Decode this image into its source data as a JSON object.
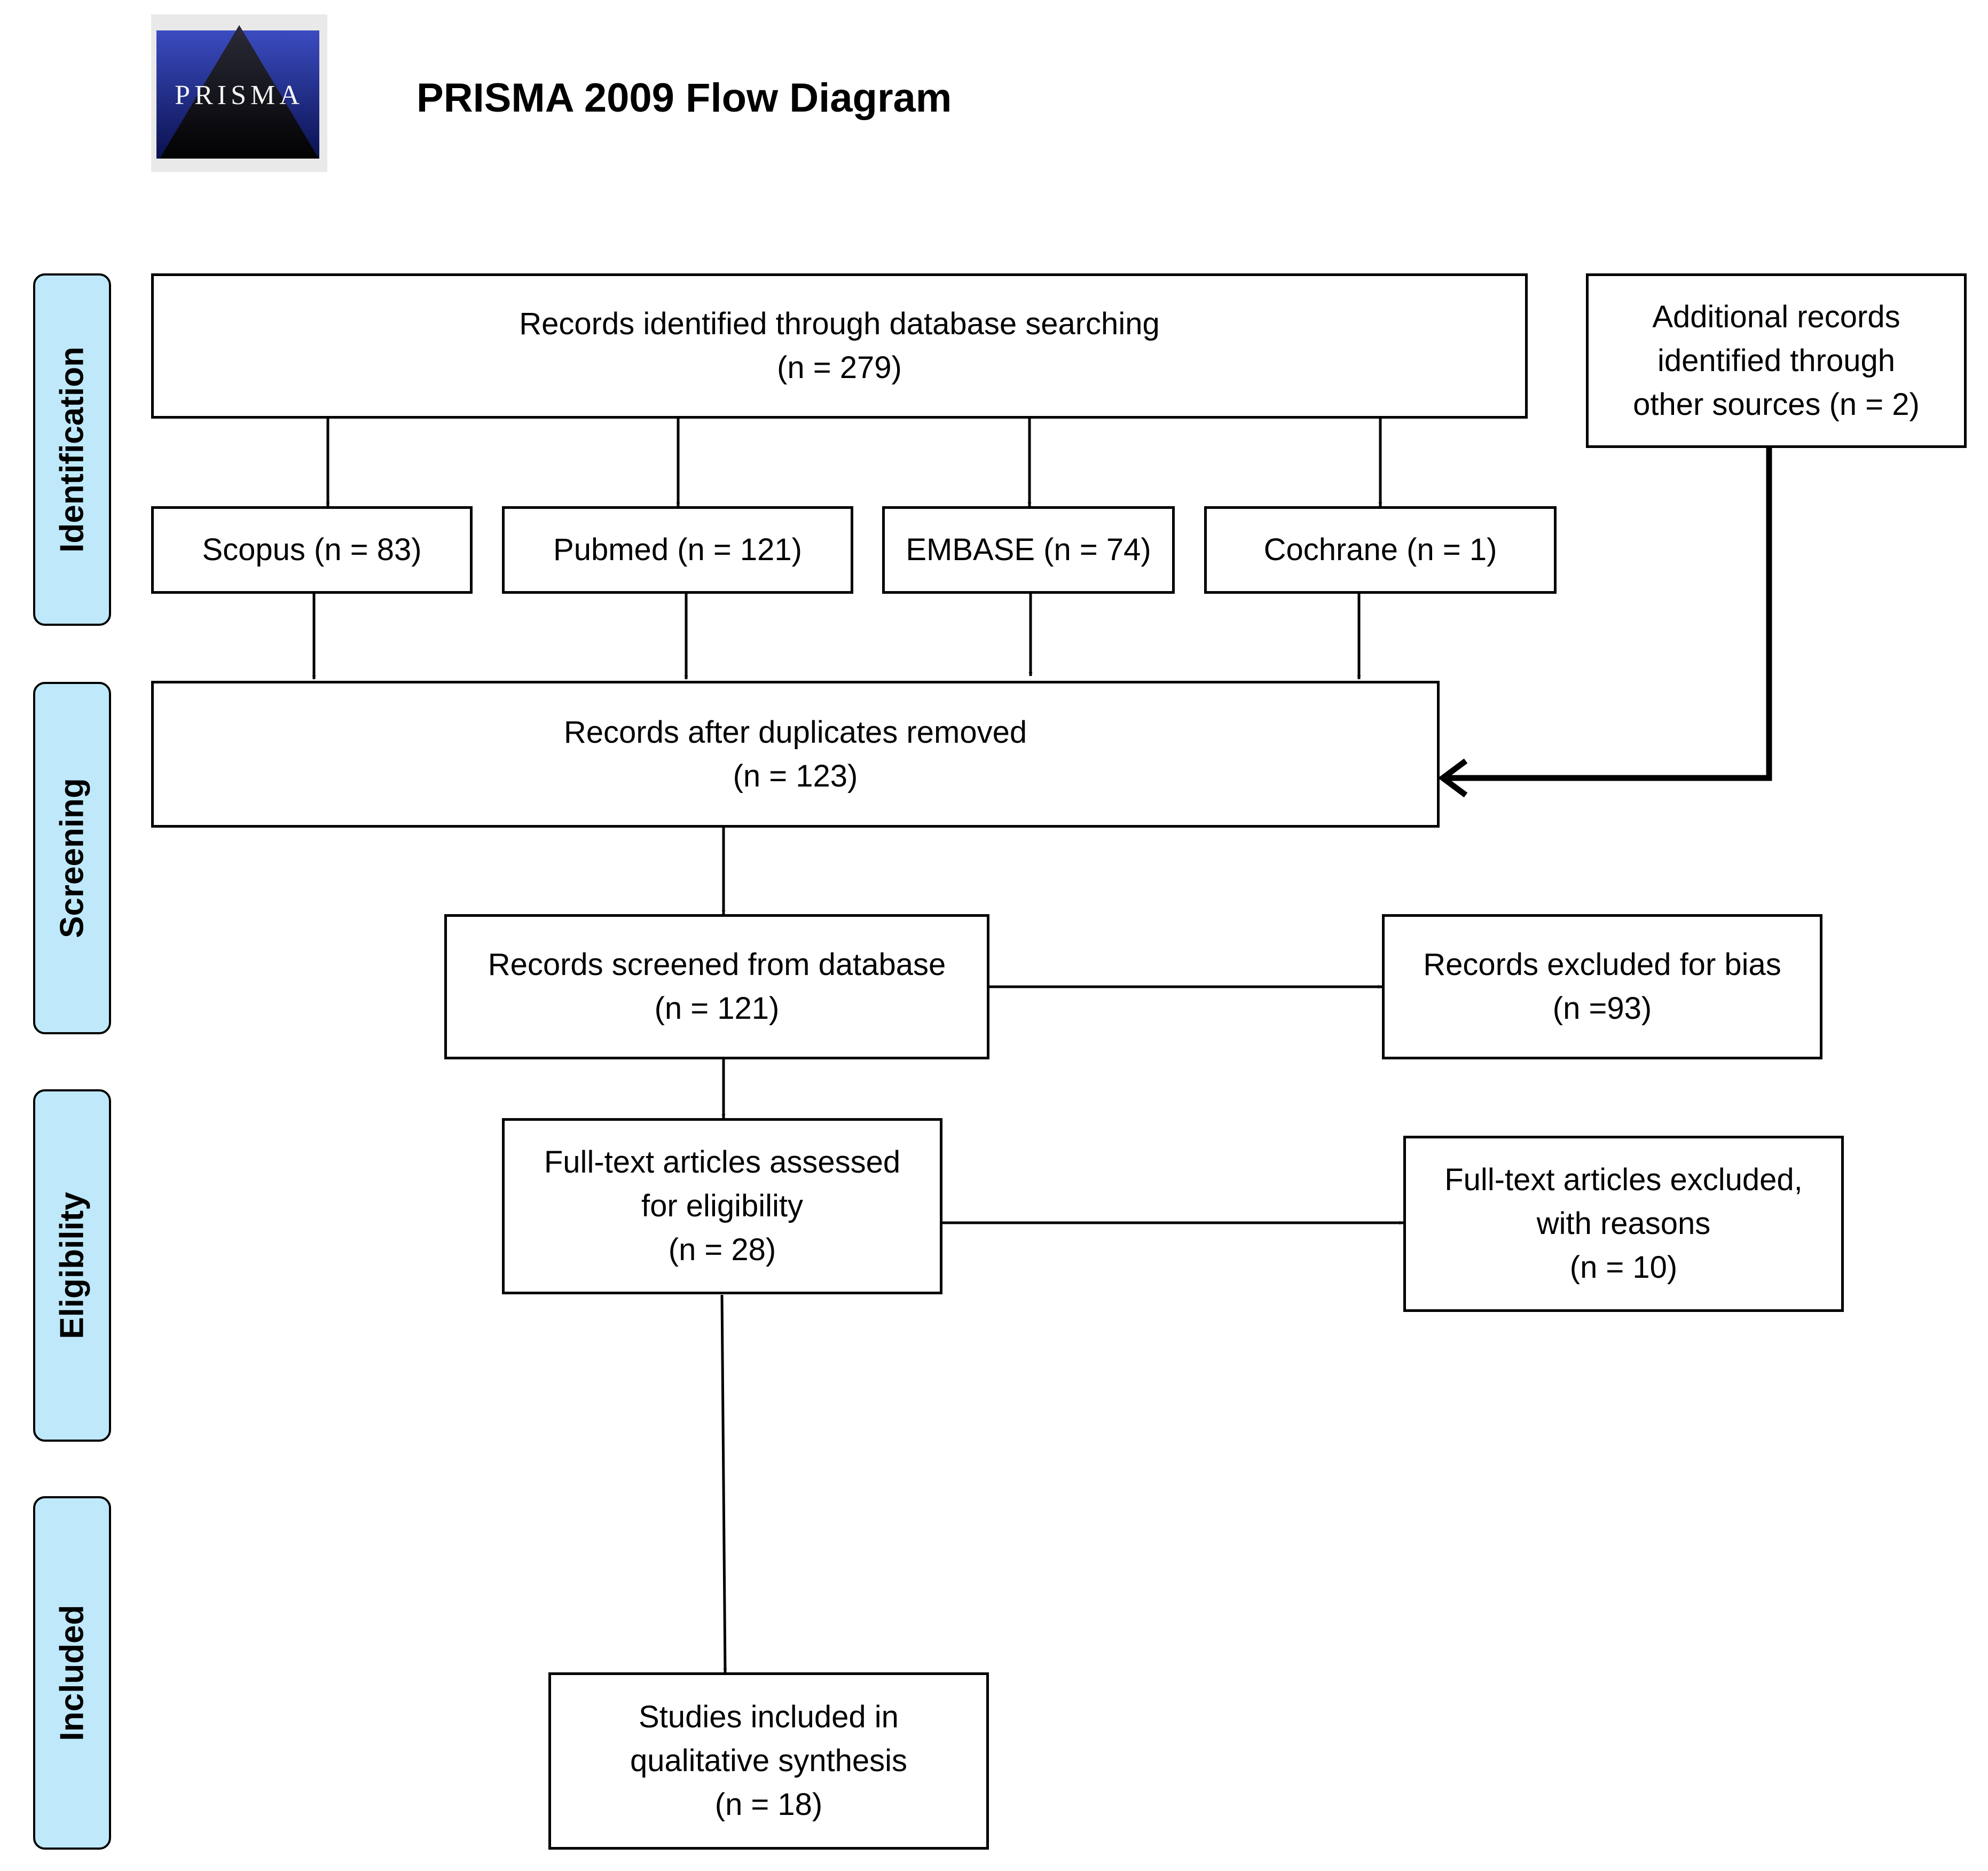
{
  "header": {
    "logo_text": "PRISMA",
    "title": "PRISMA 2009 Flow Diagram"
  },
  "phases": {
    "identification": "Identification",
    "screening": "Screening",
    "eligibility": "Eligibility",
    "included": "Included"
  },
  "boxes": {
    "database_searching": {
      "line1": "Records identified through database searching",
      "line2": "(n = 279)"
    },
    "other_sources": {
      "line1": "Additional records",
      "line2": "identified through",
      "line3": "other sources (n = 2)"
    },
    "scopus": {
      "line1": "Scopus (n = 83)"
    },
    "pubmed": {
      "line1": "Pubmed (n = 121)"
    },
    "embase": {
      "line1": "EMBASE (n = 74)"
    },
    "cochrane": {
      "line1": "Cochrane (n = 1)"
    },
    "duplicates_removed": {
      "line1": "Records after duplicates removed",
      "line2": "(n = 123)"
    },
    "screened": {
      "line1": "Records screened from database",
      "line2": "(n = 121)"
    },
    "excluded_bias": {
      "line1": "Records excluded for bias",
      "line2": "(n =93)"
    },
    "fulltext_assessed": {
      "line1": "Full-text articles assessed",
      "line2": "for eligibility",
      "line3": "(n = 28)"
    },
    "fulltext_excluded": {
      "line1": "Full-text articles excluded,",
      "line2": "with reasons",
      "line3": "(n = 10)"
    },
    "included": {
      "line1": "Studies included in",
      "line2": "qualitative synthesis",
      "line3": "(n = 18)"
    }
  },
  "colors": {
    "phase_fill": "#bfe9fb",
    "logo_navy": "#1c2a8c",
    "logo_background": "#e9e9e9"
  }
}
